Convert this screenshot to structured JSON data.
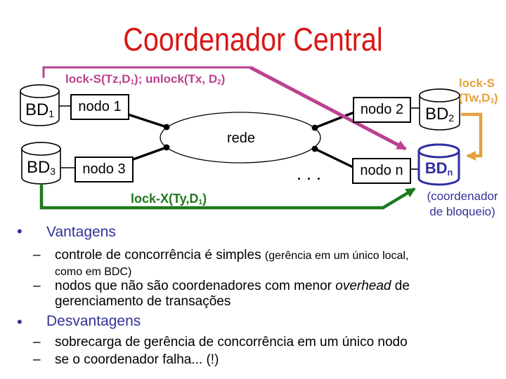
{
  "slide": {
    "title": "Coordenador Central",
    "colors": {
      "title_red": "#D91616",
      "heading_navy": "#333399",
      "lock_magenta": "#BB4191",
      "lock_orange": "#E5A13E",
      "lock_green": "#1E7A1E",
      "coordinator_blue": "#2E2EA2"
    },
    "diagram": {
      "lock_top": {
        "p1": "lock-S(Tz,D",
        "s1": "1",
        "p2": "); unlock(Tx, D",
        "s2": "2",
        "p3": ")"
      },
      "lock_right": {
        "l1": "lock-S",
        "p1": "(Tw,D",
        "s1": "3",
        "p2": ")"
      },
      "lock_bottom": {
        "p1": "lock-X(Ty,D",
        "s1": "1",
        "p2": ")"
      },
      "network_label": "rede",
      "ellipsis": ". . .",
      "nodes": {
        "n1": "nodo 1",
        "n2": "nodo 2",
        "n3": "nodo 3",
        "nn": "nodo n"
      },
      "dbs": {
        "bd1": {
          "base": "BD",
          "sub": "1"
        },
        "bd2": {
          "base": "BD",
          "sub": "2"
        },
        "bd3": {
          "base": "BD",
          "sub": "3"
        },
        "bdn": {
          "base": "BD",
          "sub": "n"
        }
      },
      "coordinator_note": {
        "l1": "(coordenador",
        "l2": "de bloqueio)"
      }
    },
    "bullets": {
      "bullet_char": "•",
      "dash_char": "–",
      "advantages": {
        "heading": "Vantagens",
        "item1": {
          "main": "controle de concorrência é simples ",
          "small1": "(gerência em um único local,",
          "small2": "como em BDC)"
        },
        "item2": {
          "pre": "nodos que não são coordenadores com menor ",
          "italic": "overhead",
          "post": " de",
          "line2": "gerenciamento de transações"
        }
      },
      "disadvantages": {
        "heading": "Desvantagens",
        "item1": "sobrecarga de gerência de concorrência em um único nodo",
        "item2": "se o coordenador falha... (!)"
      }
    }
  }
}
